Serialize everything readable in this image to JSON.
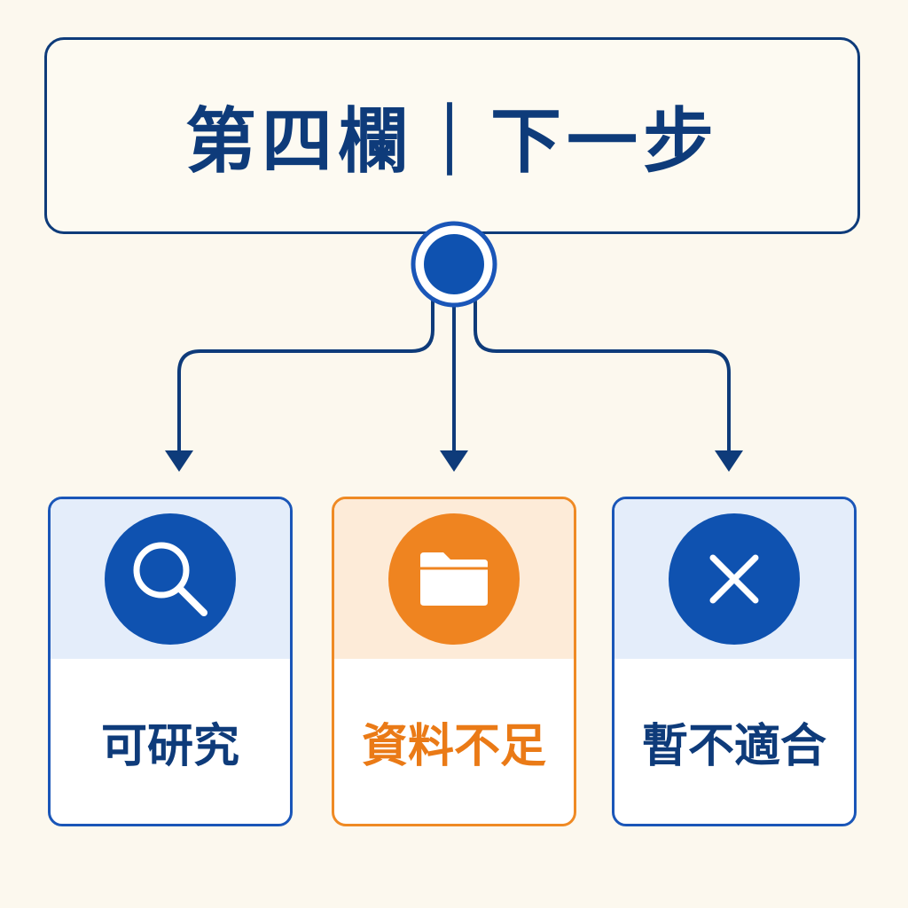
{
  "title": {
    "text": "第四欄｜下一步"
  },
  "colors": {
    "background": "#fcf8ee",
    "navy": "#0e3b7a",
    "blue": "#0f52b0",
    "light_blue": "#e4edfa",
    "orange": "#ef8420",
    "light_orange": "#fdebd8"
  },
  "cards": [
    {
      "label": "可研究",
      "icon": "search-icon",
      "accent": "blue"
    },
    {
      "label": "資料不足",
      "icon": "folder-icon",
      "accent": "orange"
    },
    {
      "label": "暫不適合",
      "icon": "close-icon",
      "accent": "blue"
    }
  ]
}
